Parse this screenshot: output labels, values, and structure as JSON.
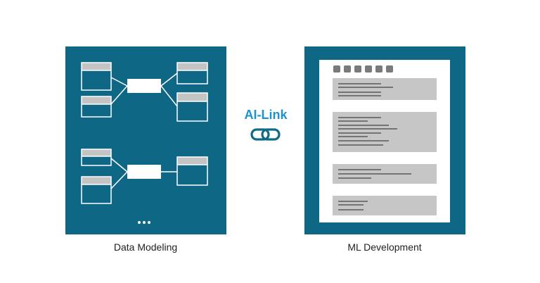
{
  "left_panel": {
    "label": "Data Modeling"
  },
  "right_panel": {
    "label": "ML Development"
  },
  "connector": {
    "label": "AI-Link",
    "icon": "chain-link-icon"
  },
  "colors": {
    "panel": "#0e6785",
    "accent": "#1b93cf",
    "header_gray": "#c4c4c4",
    "block_gray": "#c6c6c6",
    "tab_gray": "#7a7a7a",
    "line": "#444444"
  }
}
